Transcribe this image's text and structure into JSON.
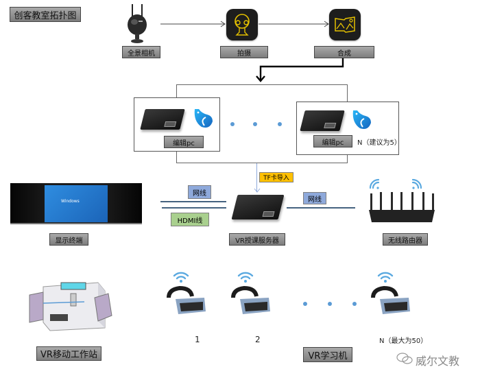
{
  "title": "创客教室拓扑图",
  "capture_row": {
    "items": [
      {
        "label": "全景相机",
        "icon": "panoramic-camera-icon"
      },
      {
        "label": "拍摄",
        "icon": "shoot-app-icon"
      },
      {
        "label": "合成",
        "icon": "stitch-app-icon"
      }
    ]
  },
  "editing": {
    "pc_label": "编辑pc",
    "count_note": "N（建议为5）",
    "icon": "editor-bird-icon"
  },
  "server_row": {
    "tf_label": "TF卡导入",
    "display_label": "显示终端",
    "network_cable_left": "网线",
    "hdmi_cable": "HDMI线",
    "server_label": "VR授课服务器",
    "network_cable_right": "网线",
    "router_label": "无线路由器",
    "screen_brand": "Windows"
  },
  "bottom_row": {
    "workstation_label": "VR移动工作站",
    "headset_numbers": [
      "1",
      "2",
      "N（最大为50）"
    ],
    "headset_group_label": "VR学习机"
  },
  "watermark": "威尔文教",
  "colors": {
    "label_bg": "#8c8c8c",
    "network_tag": "#8ea9db",
    "hdmi_tag": "#a9d08e",
    "tf_tag": "#ffc000",
    "accent_blue": "#5b9bd5",
    "app_icon_yellow": "#e5c100"
  }
}
